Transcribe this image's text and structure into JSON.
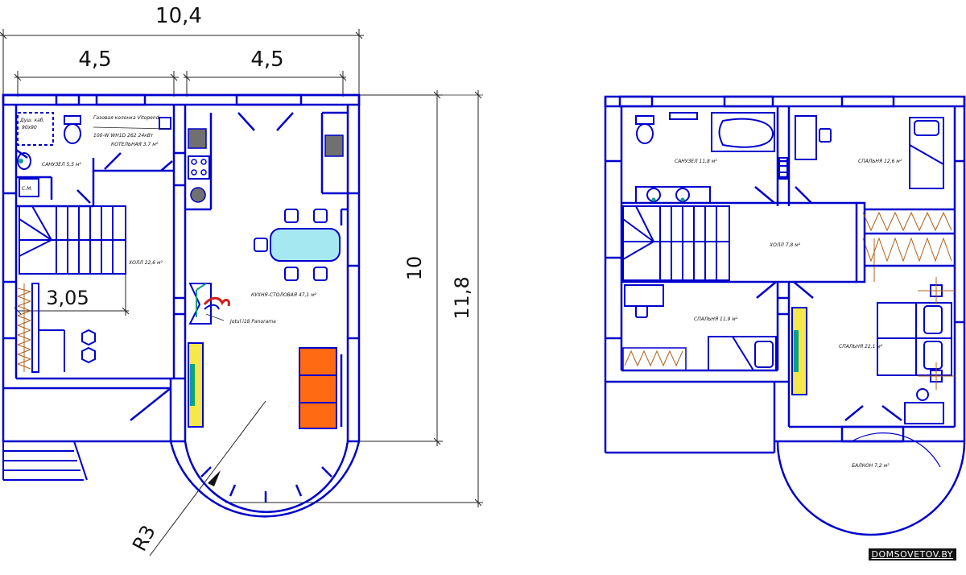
{
  "dimensions": {
    "total_width": "10,4",
    "left_width": "4,5",
    "right_width": "4,5",
    "stair_width": "3,05",
    "height_inner": "10",
    "height_total": "11,8",
    "radius": "R3"
  },
  "ground_floor": {
    "shower_note_1": "Душ. каб.",
    "shower_note_2": "90х90",
    "boiler_note_1": "Газовая колонка Vitopend",
    "boiler_note_2": "100-W WH1D 262 24кВт",
    "boiler_room": "КОТЕЛЬНАЯ 3,7 м²",
    "bathroom": "САНУЗЕЛ 5,5 м²",
    "washer": "С.М.",
    "hall": "ХОЛЛ 22,6 м²",
    "kitchen": "КУХНЯ-СТОЛОВАЯ 47,1 м²",
    "fireplace": "Jotul i18 Panorama"
  },
  "first_floor": {
    "bathroom": "САНУЗЕЛ 11,8 м²",
    "bedroom_1": "СПАЛЬНЯ 12,6 м²",
    "hall": "ХОЛЛ 7,8 м²",
    "bedroom_2": "СПАЛЬНЯ 11,9 м²",
    "bedroom_3": "СПАЛЬНЯ 22,1 м²",
    "balcony": "БАЛКОН 7,2 м²"
  },
  "watermark": "DOMSOVETOV.BY",
  "colors": {
    "wall": "#0000cc",
    "sofa": "#ff6a13",
    "table": "#a6e8f2",
    "radiator": "#f5e84a",
    "fixture_green": "#10a080",
    "counter_gray": "#707070",
    "fire_red": "#d21a1a"
  }
}
